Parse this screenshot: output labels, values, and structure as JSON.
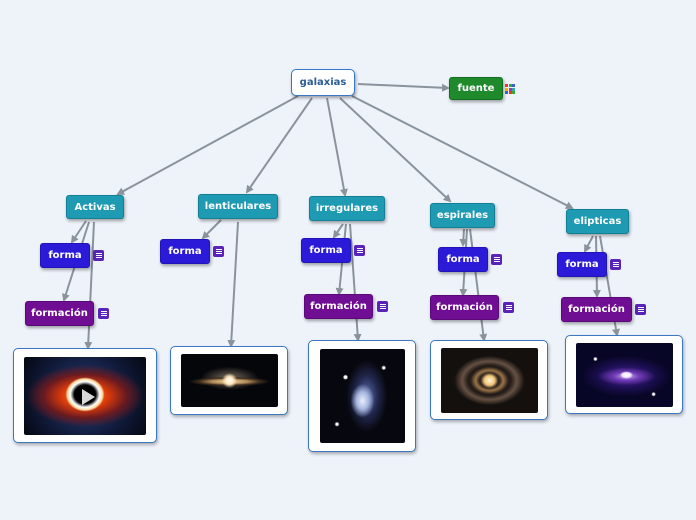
{
  "root": {
    "label": "galaxias"
  },
  "source": {
    "label": "fuente"
  },
  "branches": [
    {
      "title": "Activas",
      "children": [
        {
          "label": "forma"
        },
        {
          "label": "formación"
        }
      ]
    },
    {
      "title": "lenticulares",
      "children": [
        {
          "label": "forma"
        }
      ]
    },
    {
      "title": "irregulares",
      "children": [
        {
          "label": "forma"
        },
        {
          "label": "formación"
        }
      ]
    },
    {
      "title": "espirales",
      "children": [
        {
          "label": "forma"
        },
        {
          "label": "formación"
        }
      ]
    },
    {
      "title": "elipticas",
      "children": [
        {
          "label": "forma"
        },
        {
          "label": "formación"
        }
      ]
    }
  ],
  "icons": {
    "note": "note-icon",
    "link_grid": "grid-icon",
    "video": "play-icon"
  },
  "colors": {
    "background": "#eef3fa",
    "branch": "#1f9ab3",
    "forma": "#2b1bd9",
    "formacion": "#6f0e93",
    "fuente": "#1e8a2c",
    "connector": "#8a939c",
    "card_border": "#3a78c3"
  }
}
